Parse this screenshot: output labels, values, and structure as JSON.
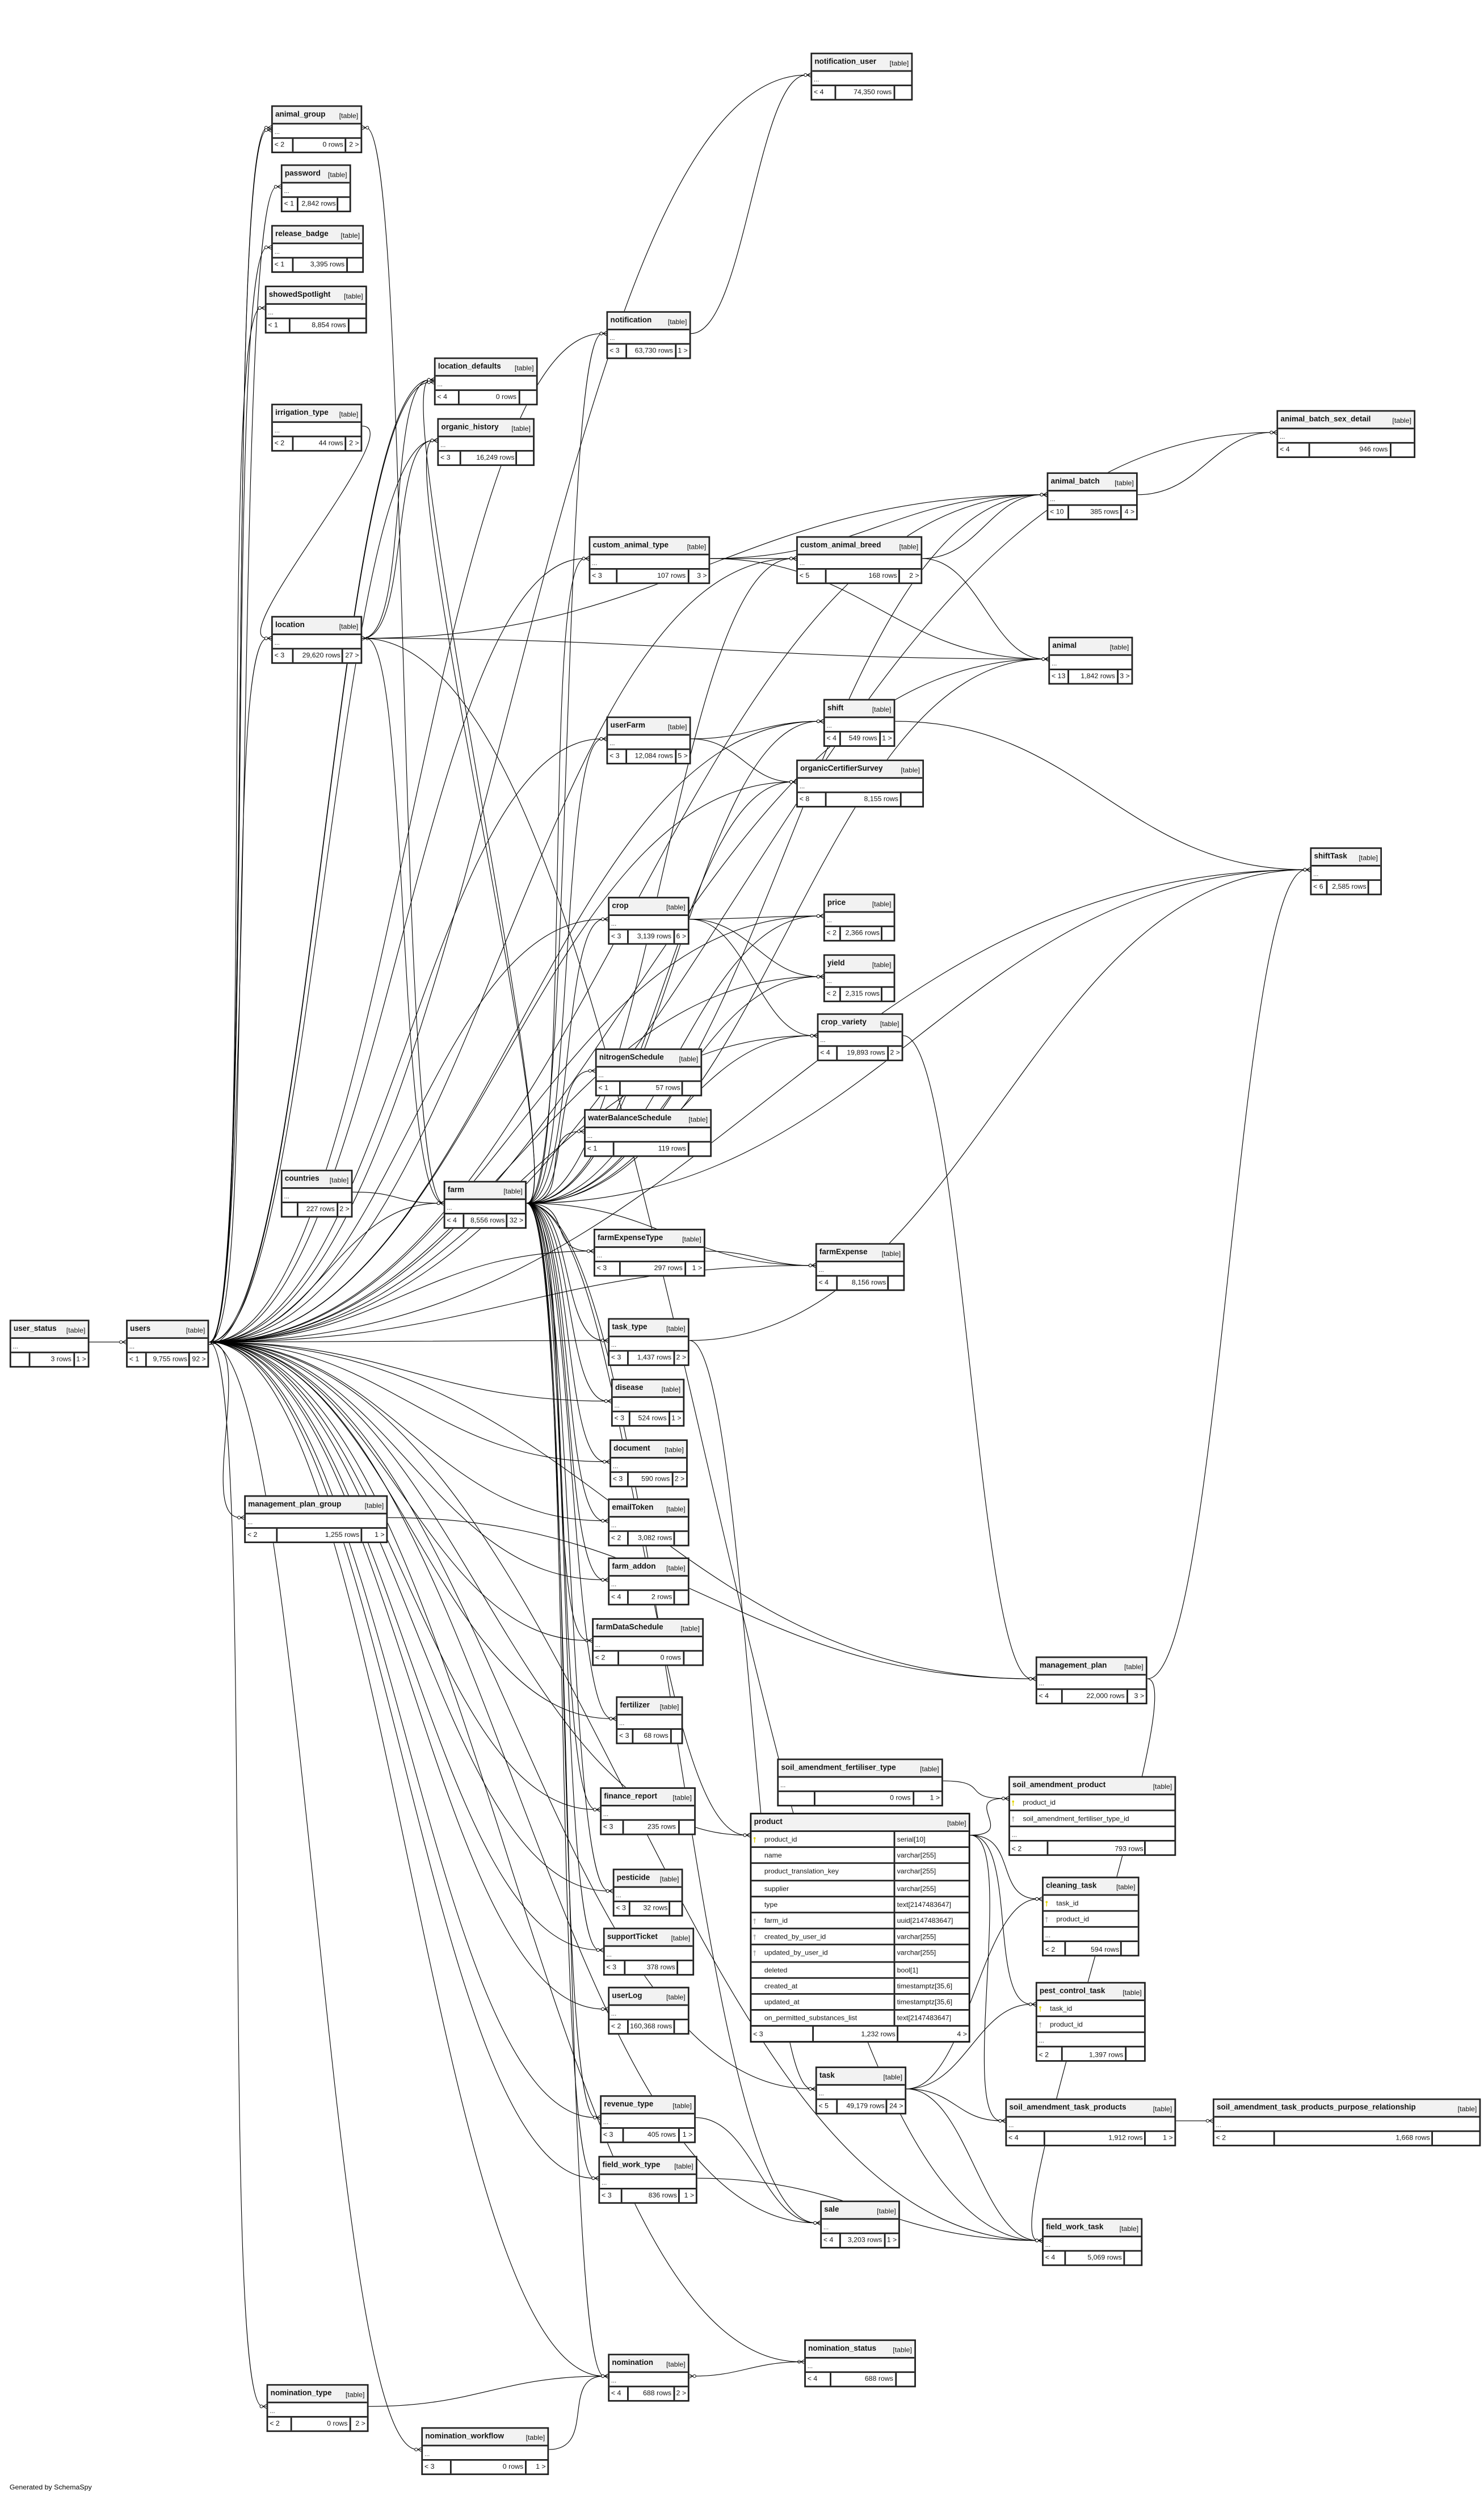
{
  "diagram": {
    "ellipsis": "...",
    "footer": "Generated by SchemaSpy"
  },
  "tables": [
    {
      "name": "notification_user",
      "type": "[table]",
      "parents": "< 4",
      "rows": "74,350 rows",
      "children": ""
    },
    {
      "name": "animal_group",
      "type": "[table]",
      "parents": "< 2",
      "rows": "0 rows",
      "children": "2 >"
    },
    {
      "name": "password",
      "type": "[table]",
      "parents": "< 1",
      "rows": "2,842 rows",
      "children": ""
    },
    {
      "name": "release_badge",
      "type": "[table]",
      "parents": "< 1",
      "rows": "3,395 rows",
      "children": ""
    },
    {
      "name": "showedSpotlight",
      "type": "[table]",
      "parents": "< 1",
      "rows": "8,854 rows",
      "children": ""
    },
    {
      "name": "notification",
      "type": "[table]",
      "parents": "< 3",
      "rows": "63,730 rows",
      "children": "1 >"
    },
    {
      "name": "location_defaults",
      "type": "[table]",
      "parents": "< 4",
      "rows": "0 rows",
      "children": ""
    },
    {
      "name": "irrigation_type",
      "type": "[table]",
      "parents": "< 2",
      "rows": "44 rows",
      "children": "2 >"
    },
    {
      "name": "organic_history",
      "type": "[table]",
      "parents": "< 3",
      "rows": "16,249 rows",
      "children": ""
    },
    {
      "name": "animal_batch_sex_detail",
      "type": "[table]",
      "parents": "< 4",
      "rows": "946 rows",
      "children": ""
    },
    {
      "name": "animal_batch",
      "type": "[table]",
      "parents": "< 10",
      "rows": "385 rows",
      "children": "4 >"
    },
    {
      "name": "custom_animal_type",
      "type": "[table]",
      "parents": "< 3",
      "rows": "107 rows",
      "children": "3 >"
    },
    {
      "name": "custom_animal_breed",
      "type": "[table]",
      "parents": "< 5",
      "rows": "168 rows",
      "children": "2 >"
    },
    {
      "name": "location",
      "type": "[table]",
      "parents": "< 3",
      "rows": "29,620 rows",
      "children": "27 >"
    },
    {
      "name": "animal",
      "type": "[table]",
      "parents": "< 13",
      "rows": "1,842 rows",
      "children": "3 >"
    },
    {
      "name": "shift",
      "type": "[table]",
      "parents": "< 4",
      "rows": "549 rows",
      "children": "1 >"
    },
    {
      "name": "userFarm",
      "type": "[table]",
      "parents": "< 3",
      "rows": "12,084 rows",
      "children": "5 >"
    },
    {
      "name": "organicCertifierSurvey",
      "type": "[table]",
      "parents": "< 8",
      "rows": "8,155 rows",
      "children": ""
    },
    {
      "name": "shiftTask",
      "type": "[table]",
      "parents": "< 6",
      "rows": "2,585 rows",
      "children": ""
    },
    {
      "name": "crop",
      "type": "[table]",
      "parents": "< 3",
      "rows": "3,139 rows",
      "children": "6 >"
    },
    {
      "name": "price",
      "type": "[table]",
      "parents": "< 2",
      "rows": "2,366 rows",
      "children": ""
    },
    {
      "name": "yield",
      "type": "[table]",
      "parents": "< 2",
      "rows": "2,315 rows",
      "children": ""
    },
    {
      "name": "crop_variety",
      "type": "[table]",
      "parents": "< 4",
      "rows": "19,893 rows",
      "children": "2 >"
    },
    {
      "name": "nitrogenSchedule",
      "type": "[table]",
      "parents": "< 1",
      "rows": "57 rows",
      "children": ""
    },
    {
      "name": "waterBalanceSchedule",
      "type": "[table]",
      "parents": "< 1",
      "rows": "119 rows",
      "children": ""
    },
    {
      "name": "countries",
      "type": "[table]",
      "parents": "",
      "rows": "227 rows",
      "children": "2 >"
    },
    {
      "name": "farm",
      "type": "[table]",
      "parents": "< 4",
      "rows": "8,556 rows",
      "children": "32 >"
    },
    {
      "name": "farmExpenseType",
      "type": "[table]",
      "parents": "< 3",
      "rows": "297 rows",
      "children": "1 >"
    },
    {
      "name": "farmExpense",
      "type": "[table]",
      "parents": "< 4",
      "rows": "8,156 rows",
      "children": ""
    },
    {
      "name": "user_status",
      "type": "[table]",
      "parents": "",
      "rows": "3 rows",
      "children": "1 >"
    },
    {
      "name": "users",
      "type": "[table]",
      "parents": "< 1",
      "rows": "9,755 rows",
      "children": "92 >"
    },
    {
      "name": "task_type",
      "type": "[table]",
      "parents": "< 3",
      "rows": "1,437 rows",
      "children": "2 >"
    },
    {
      "name": "disease",
      "type": "[table]",
      "parents": "< 3",
      "rows": "524 rows",
      "children": "1 >"
    },
    {
      "name": "document",
      "type": "[table]",
      "parents": "< 3",
      "rows": "590 rows",
      "children": "2 >"
    },
    {
      "name": "emailToken",
      "type": "[table]",
      "parents": "< 2",
      "rows": "3,082 rows",
      "children": ""
    },
    {
      "name": "management_plan_group",
      "type": "[table]",
      "parents": "< 2",
      "rows": "1,255 rows",
      "children": "1 >"
    },
    {
      "name": "farm_addon",
      "type": "[table]",
      "parents": "< 4",
      "rows": "2 rows",
      "children": ""
    },
    {
      "name": "farmDataSchedule",
      "type": "[table]",
      "parents": "< 2",
      "rows": "0 rows",
      "children": ""
    },
    {
      "name": "management_plan",
      "type": "[table]",
      "parents": "< 4",
      "rows": "22,000 rows",
      "children": "3 >"
    },
    {
      "name": "fertilizer",
      "type": "[table]",
      "parents": "< 3",
      "rows": "68 rows",
      "children": ""
    },
    {
      "name": "soil_amendment_fertiliser_type",
      "type": "[table]",
      "parents": "",
      "rows": "0 rows",
      "children": "1 >"
    },
    {
      "name": "soil_amendment_product",
      "type": "[table]",
      "parents": "< 2",
      "rows": "793 rows",
      "children": "",
      "columns": [
        {
          "name": "product_id",
          "key": "pk"
        },
        {
          "name": "soil_amendment_fertiliser_type_id",
          "key": "fk"
        }
      ]
    },
    {
      "name": "finance_report",
      "type": "[table]",
      "parents": "< 3",
      "rows": "235 rows",
      "children": ""
    },
    {
      "name": "product",
      "type": "[table]",
      "parents": "< 3",
      "rows": "1,232 rows",
      "children": "4 >",
      "columns": [
        {
          "name": "product_id",
          "type": "serial[10]",
          "key": "pk"
        },
        {
          "name": "name",
          "type": "varchar[255]",
          "key": ""
        },
        {
          "name": "product_translation_key",
          "type": "varchar[255]",
          "key": ""
        },
        {
          "name": "supplier",
          "type": "varchar[255]",
          "key": ""
        },
        {
          "name": "type",
          "type": "text[2147483647]",
          "key": ""
        },
        {
          "name": "farm_id",
          "type": "uuid[2147483647]",
          "key": "fk"
        },
        {
          "name": "created_by_user_id",
          "type": "varchar[255]",
          "key": "fk"
        },
        {
          "name": "updated_by_user_id",
          "type": "varchar[255]",
          "key": "fk"
        },
        {
          "name": "deleted",
          "type": "bool[1]",
          "key": ""
        },
        {
          "name": "created_at",
          "type": "timestamptz[35,6]",
          "key": ""
        },
        {
          "name": "updated_at",
          "type": "timestamptz[35,6]",
          "key": ""
        },
        {
          "name": "on_permitted_substances_list",
          "type": "text[2147483647]",
          "key": ""
        }
      ]
    },
    {
      "name": "cleaning_task",
      "type": "[table]",
      "parents": "< 2",
      "rows": "594 rows",
      "children": "",
      "columns": [
        {
          "name": "task_id",
          "key": "pk"
        },
        {
          "name": "product_id",
          "key": "fk"
        }
      ]
    },
    {
      "name": "pesticide",
      "type": "[table]",
      "parents": "< 3",
      "rows": "32 rows",
      "children": ""
    },
    {
      "name": "supportTicket",
      "type": "[table]",
      "parents": "< 3",
      "rows": "378 rows",
      "children": ""
    },
    {
      "name": "pest_control_task",
      "type": "[table]",
      "parents": "< 2",
      "rows": "1,397 rows",
      "children": "",
      "columns": [
        {
          "name": "task_id",
          "key": "pk"
        },
        {
          "name": "product_id",
          "key": "fk"
        }
      ]
    },
    {
      "name": "userLog",
      "type": "[table]",
      "parents": "< 2",
      "rows": "160,368 rows",
      "children": ""
    },
    {
      "name": "task",
      "type": "[table]",
      "parents": "< 5",
      "rows": "49,179 rows",
      "children": "24 >"
    },
    {
      "name": "revenue_type",
      "type": "[table]",
      "parents": "< 3",
      "rows": "405 rows",
      "children": "1 >"
    },
    {
      "name": "soil_amendment_task_products",
      "type": "[table]",
      "parents": "< 4",
      "rows": "1,912 rows",
      "children": "1 >"
    },
    {
      "name": "soil_amendment_task_products_purpose_relationship",
      "type": "[table]",
      "parents": "< 2",
      "rows": "1,668 rows",
      "children": ""
    },
    {
      "name": "field_work_type",
      "type": "[table]",
      "parents": "< 3",
      "rows": "836 rows",
      "children": "1 >"
    },
    {
      "name": "sale",
      "type": "[table]",
      "parents": "< 4",
      "rows": "3,203 rows",
      "children": "1 >"
    },
    {
      "name": "field_work_task",
      "type": "[table]",
      "parents": "< 4",
      "rows": "5,069 rows",
      "children": ""
    },
    {
      "name": "nomination",
      "type": "[table]",
      "parents": "< 4",
      "rows": "688 rows",
      "children": "2 >"
    },
    {
      "name": "nomination_status",
      "type": "[table]",
      "parents": "< 4",
      "rows": "688 rows",
      "children": ""
    },
    {
      "name": "nomination_type",
      "type": "[table]",
      "parents": "< 2",
      "rows": "0 rows",
      "children": "2 >"
    },
    {
      "name": "nomination_workflow",
      "type": "[table]",
      "parents": "< 3",
      "rows": "0 rows",
      "children": "1 >"
    }
  ]
}
